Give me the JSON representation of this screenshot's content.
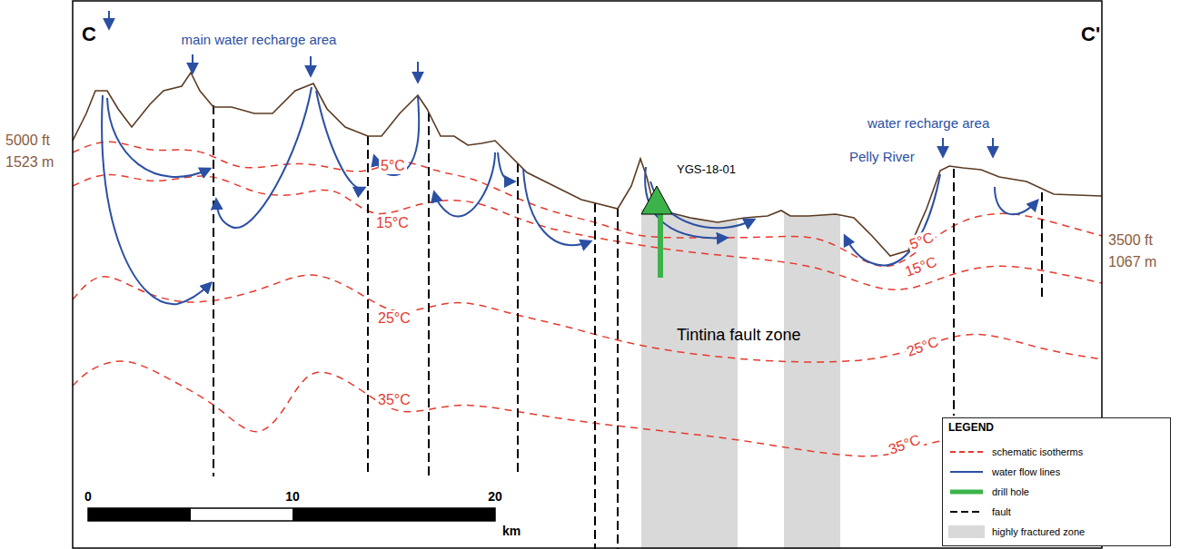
{
  "diagram": {
    "labels": [
      "C",
      "C'",
      "main water recharge area",
      "5000 ft",
      "1523 m",
      "5°C",
      "15°C",
      "25°C",
      "35°C",
      "YGS-18-01",
      "Pelly River",
      "water recharge area",
      "5°C",
      "15°C",
      "25°C",
      "35°C",
      "3500 ft",
      "1067 m",
      "Tintina fault zone",
      "0",
      "10",
      "20",
      "km",
      "LEGEND"
    ],
    "legend": [
      {
        "text": "schematic isotherms"
      },
      {
        "text": "water flow lines"
      },
      {
        "text": "drill hole"
      },
      {
        "text": "fault"
      },
      {
        "text": "highly fractured zone",
        "color": "#d9d9d9"
      }
    ]
  }
}
